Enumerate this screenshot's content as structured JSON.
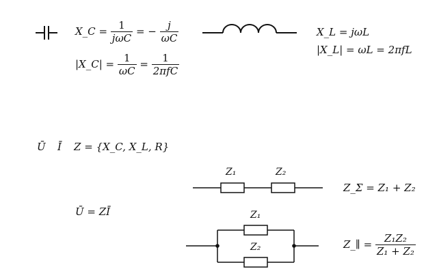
{
  "capacitor": {
    "xc": "X_C",
    "eq1_a": "=",
    "frac1_num": "1",
    "frac1_den": "jωC",
    "eq1_b": "= −",
    "frac2_num": "j",
    "frac2_den": "ωC",
    "abs_xc": "|X_C|",
    "eq2_a": "=",
    "frac3_num": "1",
    "frac3_den": "ωC",
    "eq2_b": "=",
    "frac4_num": "1",
    "frac4_den": "2πfC"
  },
  "inductor": {
    "line1": "X_L = jωL",
    "line2": "|X_L| = ωL = 2πfL"
  },
  "definitions": {
    "u": "Ū",
    "i": "Ī",
    "z_set": "Z = {X_C, X_L, R}",
    "ohm": "Ū = ZĪ"
  },
  "series": {
    "z1": "Z₁",
    "z2": "Z₂",
    "eq": "Z_Σ = Z₁ + Z₂"
  },
  "parallel": {
    "z1": "Z₁",
    "z2": "Z₂",
    "lhs": "Z_∥ =",
    "num": "Z₁Z₂",
    "den": "Z₁ + Z₂"
  }
}
